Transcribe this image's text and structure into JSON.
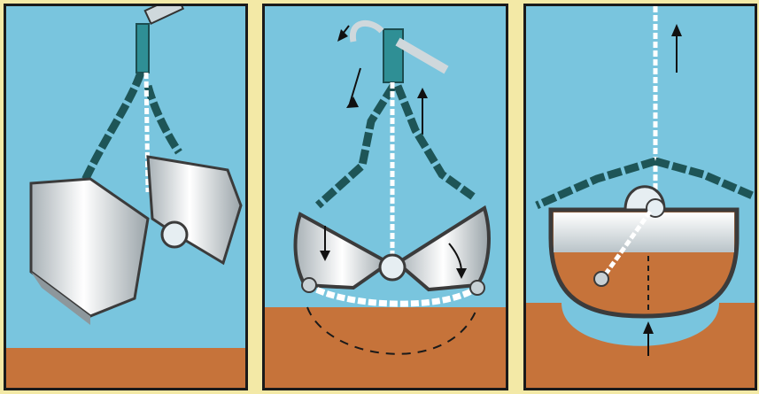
{
  "figure": {
    "panels": [
      {
        "id": "open-lowered",
        "step": 1
      },
      {
        "id": "closing-on-seabed",
        "step": 2
      },
      {
        "id": "closed-lifting",
        "step": 3
      }
    ]
  },
  "colors": {
    "sea": "#79c5de",
    "seabed": "#c6733a",
    "metal_light": "#e6eef2",
    "metal_dark": "#8d979c",
    "bucket_edge": "#3b3b3b",
    "chain_teal": "#2f6f72",
    "chain_white": "#ffffff",
    "frame_border": "#f3e9a6",
    "arrow": "#111111"
  }
}
